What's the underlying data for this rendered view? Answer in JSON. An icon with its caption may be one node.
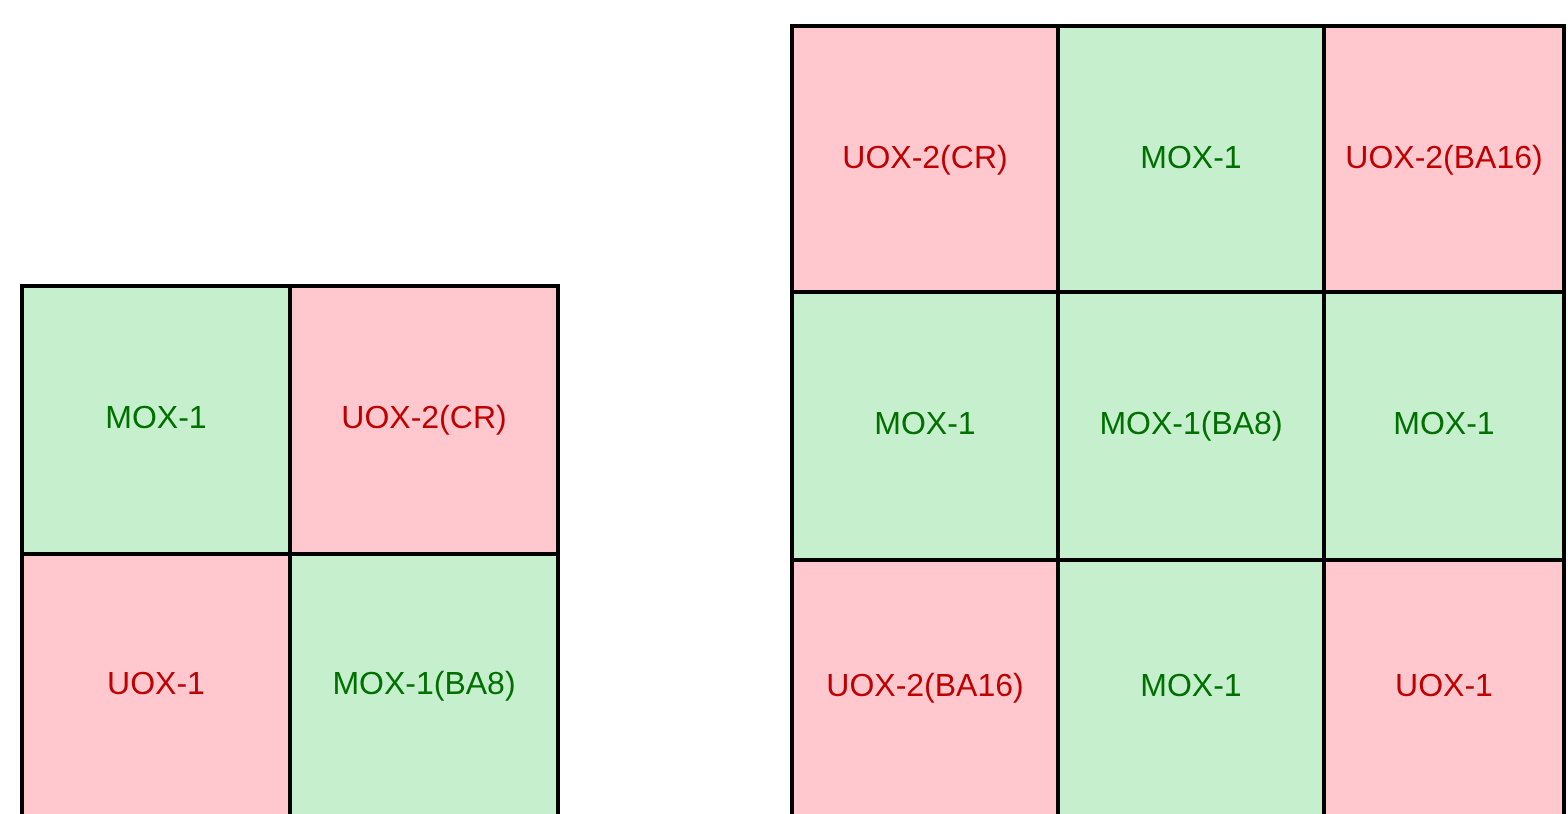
{
  "diagram": {
    "nodes": [
      {
        "text": [
          "MOX-1"
        ]
      },
      {
        "text": [
          "UOX-2(CR)"
        ]
      },
      {
        "text": [
          "UOX-1"
        ]
      },
      {
        "text": [
          "MOX-1(BA8)"
        ]
      },
      {
        "text": [
          "UOX-2(CR)"
        ]
      },
      {
        "text": [
          "MOX-1"
        ]
      },
      {
        "text": [
          "UOX-2(BA16)"
        ]
      },
      {
        "text": [
          "MOX-1"
        ]
      },
      {
        "text": [
          "MOX-1(BA8)"
        ]
      },
      {
        "text": [
          "MOX-1"
        ]
      },
      {
        "text": [
          "UOX-2(BA16)"
        ]
      },
      {
        "text": [
          "MOX-1"
        ]
      },
      {
        "text": [
          "UOX-1"
        ]
      }
    ]
  }
}
